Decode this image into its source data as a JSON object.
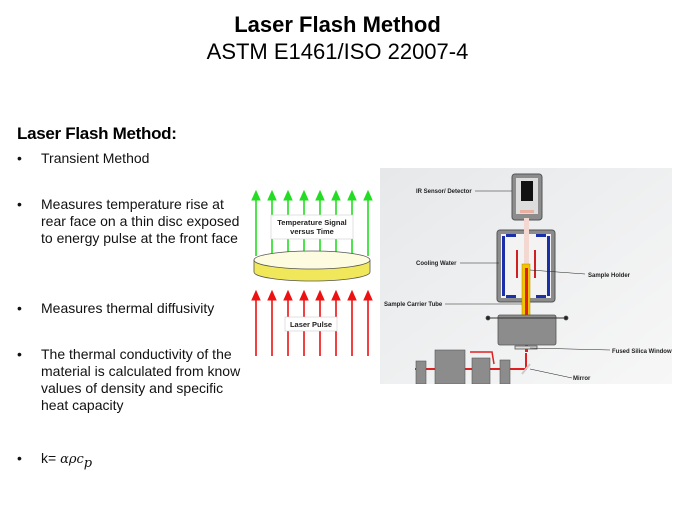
{
  "title": {
    "main": "Laser Flash Method",
    "subtitle": "ASTM E1461/ISO 22007-4"
  },
  "section_heading": "Laser Flash Method:",
  "bullets": [
    {
      "marker": "•",
      "text": "Transient Method"
    },
    {
      "marker": "•",
      "text": "Measures temperature rise at rear face on a thin disc exposed to energy pulse at the front face"
    },
    {
      "marker": "•",
      "text": "Measures thermal diffusivity"
    },
    {
      "marker": "•",
      "text": "The thermal conductivity of the material is calculated from know values of density and specific heat capacity"
    },
    {
      "marker": "•",
      "prefix": "k= ",
      "formula": "αρc",
      "subscript": "p"
    }
  ],
  "principle_diagram": {
    "top_label_line1": "Temperature Signal",
    "top_label_line2": "versus Time",
    "bottom_label": "Laser Pulse",
    "colors": {
      "signal_arrows": "#22dd22",
      "laser_arrows": "#ee1111",
      "sample_disc": "#f5f07a"
    }
  },
  "apparatus_diagram": {
    "labels": {
      "ir_sensor": "IR Sensor/ Detector",
      "cooling_water": "Cooling Water",
      "sample_holder": "Sample Holder",
      "sample_carrier_tube": "Sample Carrier Tube",
      "fused_silica_window": "Fused Silica Window",
      "mirror": "Mirror"
    },
    "colors": {
      "cooling": "#1a2fa8",
      "heater": "#d02020",
      "beam": "#e02020",
      "tube": "#f3c400",
      "body": "#8a8a8a"
    }
  }
}
